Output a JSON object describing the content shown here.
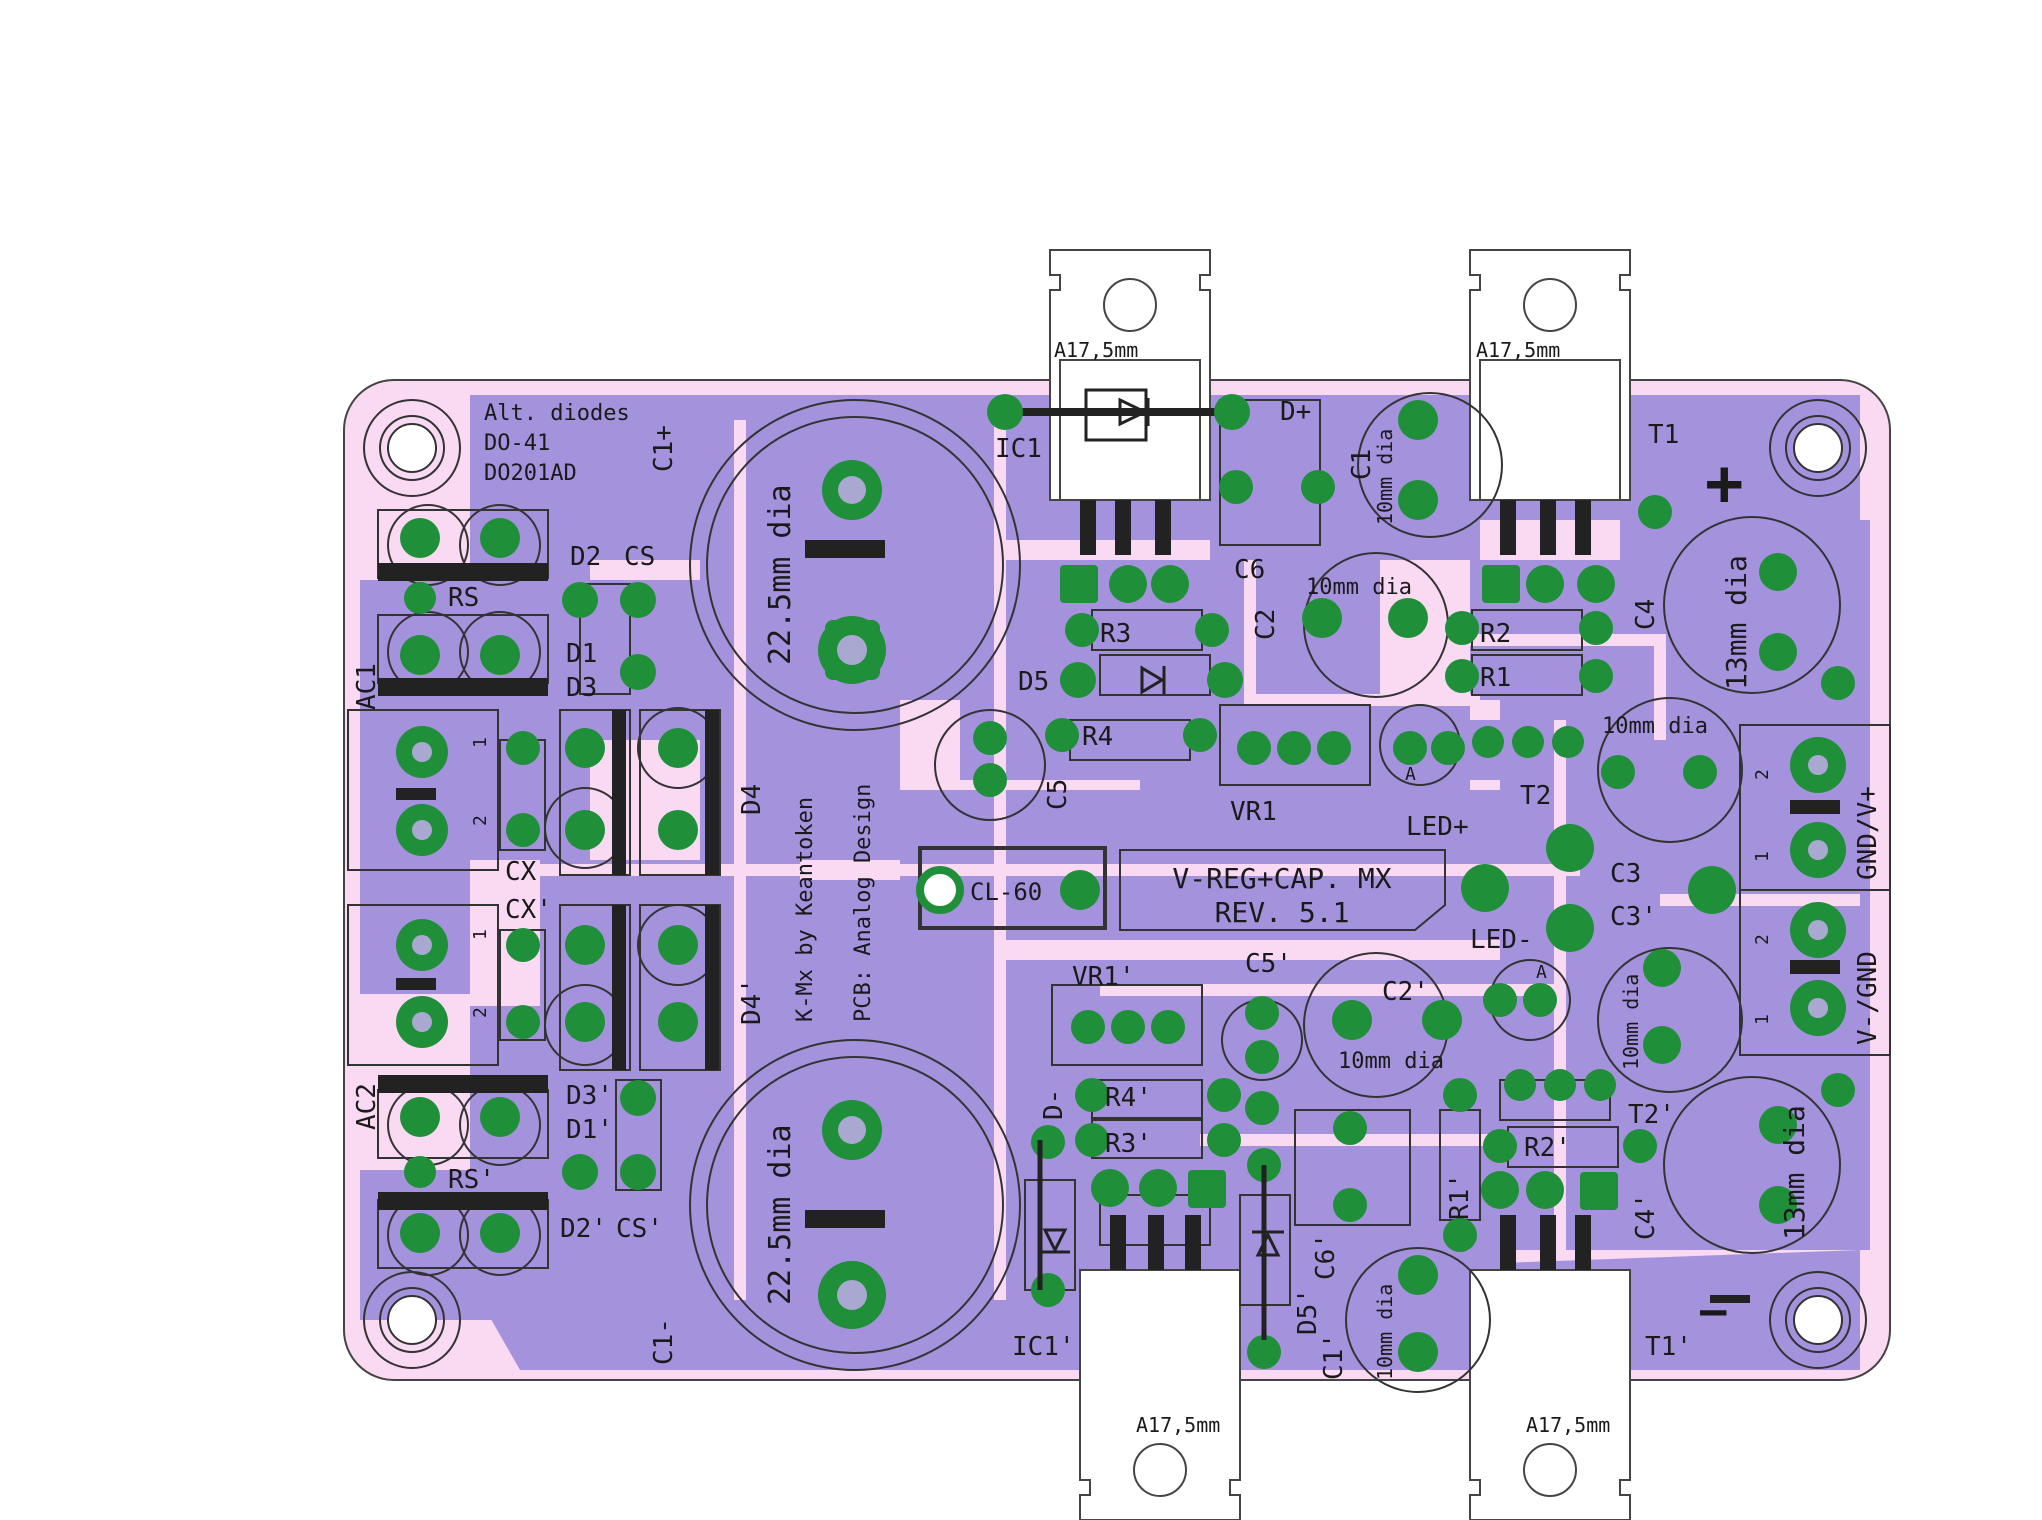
{
  "board": {
    "title_line1": "V-REG+CAP. MX",
    "title_line2": "REV. 5.1",
    "credit1": "K-Mx by Keantoken",
    "credit2": "PCB: Analog Design",
    "alt_note": [
      "Alt. diodes",
      "DO-41",
      "DO201AD"
    ],
    "plus_sign": "+",
    "minus_sign": "—"
  },
  "heatsink_label": "A17,5mm",
  "labels": {
    "IC1": "IC1",
    "IC1p": "IC1'",
    "T1": "T1",
    "T1p": "T1'",
    "D_plus": "D+",
    "D_minus": "D-",
    "C1": "C1",
    "C1p": "C1'",
    "C1_plus": "C1+",
    "C1_minus": "C1-",
    "C2": "C2",
    "C2p": "C2'",
    "C3": "C3",
    "C3p": "C3'",
    "C4": "C4",
    "C4p": "C4'",
    "C5": "C5",
    "C5p": "C5'",
    "C6": "C6",
    "C6p": "C6'",
    "R1": "R1",
    "R1p": "R1'",
    "R2": "R2",
    "R2p": "R2'",
    "R3": "R3",
    "R3p": "R3'",
    "R4": "R4",
    "R4p": "R4'",
    "D1": "D1",
    "D1p": "D1'",
    "D2": "D2",
    "D2p": "D2'",
    "D3": "D3",
    "D3p": "D3'",
    "D4": "D4",
    "D4p": "D4'",
    "D5": "D5",
    "D5p": "D5'",
    "CS": "CS",
    "CSp": "CS'",
    "RS": "RS",
    "RSp": "RS'",
    "CX": "CX",
    "CXp": "CX'",
    "AC1": "AC1",
    "AC2": "AC2",
    "VR1": "VR1",
    "VR1p": "VR1'",
    "T2": "T2",
    "T2p": "T2'",
    "LED_plus": "LED+",
    "LED_minus": "LED-",
    "CL60": "CL-60",
    "GND_V_plus": "GND/V+",
    "V_minus_GND": "V-/GND"
  },
  "dia": {
    "d22": "22.5mm dia",
    "d13": "13mm dia",
    "d10": "10mm dia"
  },
  "pin_marks": {
    "one": "1",
    "two": "2",
    "A": "A"
  },
  "colors": {
    "board_bg": "#fad9f3",
    "copper_fill": "#a592dd",
    "pad": "#1f8f3a",
    "hole": "#a8a8d0",
    "silk": "#1a1a1a",
    "courtyard": "#333333"
  }
}
